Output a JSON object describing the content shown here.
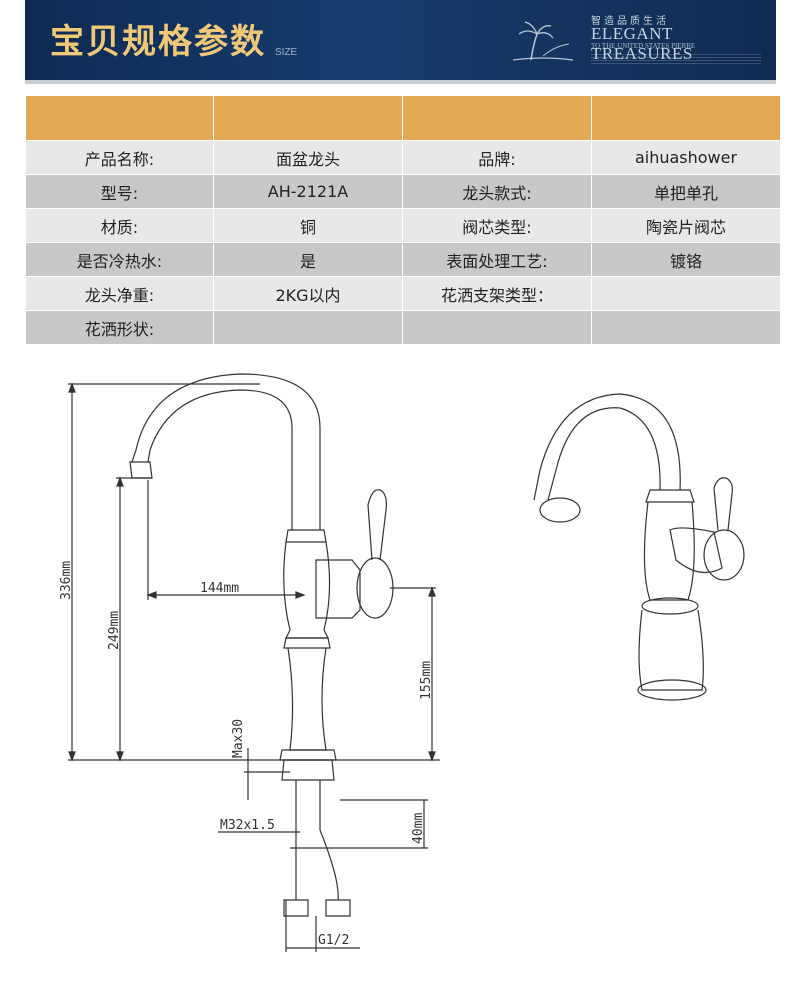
{
  "header": {
    "title": "宝贝规格参数",
    "subtitle": "SIZE",
    "brand_tagline": "智造品质生活",
    "brand_name": "ELEGANT TREASURES",
    "brand_sub": "TO THE UNITED STATES PIERRE",
    "logo_icon": "palm-tree-logo-icon"
  },
  "table": {
    "rows": [
      [
        "产品名称:",
        "面盆龙头",
        "品牌:",
        "aihuashower"
      ],
      [
        "型号:",
        "AH-2121A",
        "龙头款式:",
        "单把单孔"
      ],
      [
        "材质:",
        "铜",
        "阀芯类型:",
        "陶瓷片阀芯"
      ],
      [
        "是否冷热水:",
        "是",
        "表面处理工艺:",
        "镀铬"
      ],
      [
        "龙头净重:",
        "2KG以内",
        "花洒支架类型：",
        ""
      ],
      [
        "花洒形状:",
        "",
        "",
        ""
      ]
    ],
    "header_color": "#e3a955",
    "row_colors": [
      "#e8e8e8",
      "#c8c8c8"
    ]
  },
  "dimensions": {
    "total_height": "336mm",
    "spout_height": "249mm",
    "reach": "144mm",
    "handle_height": "155mm",
    "max_thickness": "Max30",
    "thread": "M32x1.5",
    "shank": "40mm",
    "hose_thread": "G1/2"
  }
}
